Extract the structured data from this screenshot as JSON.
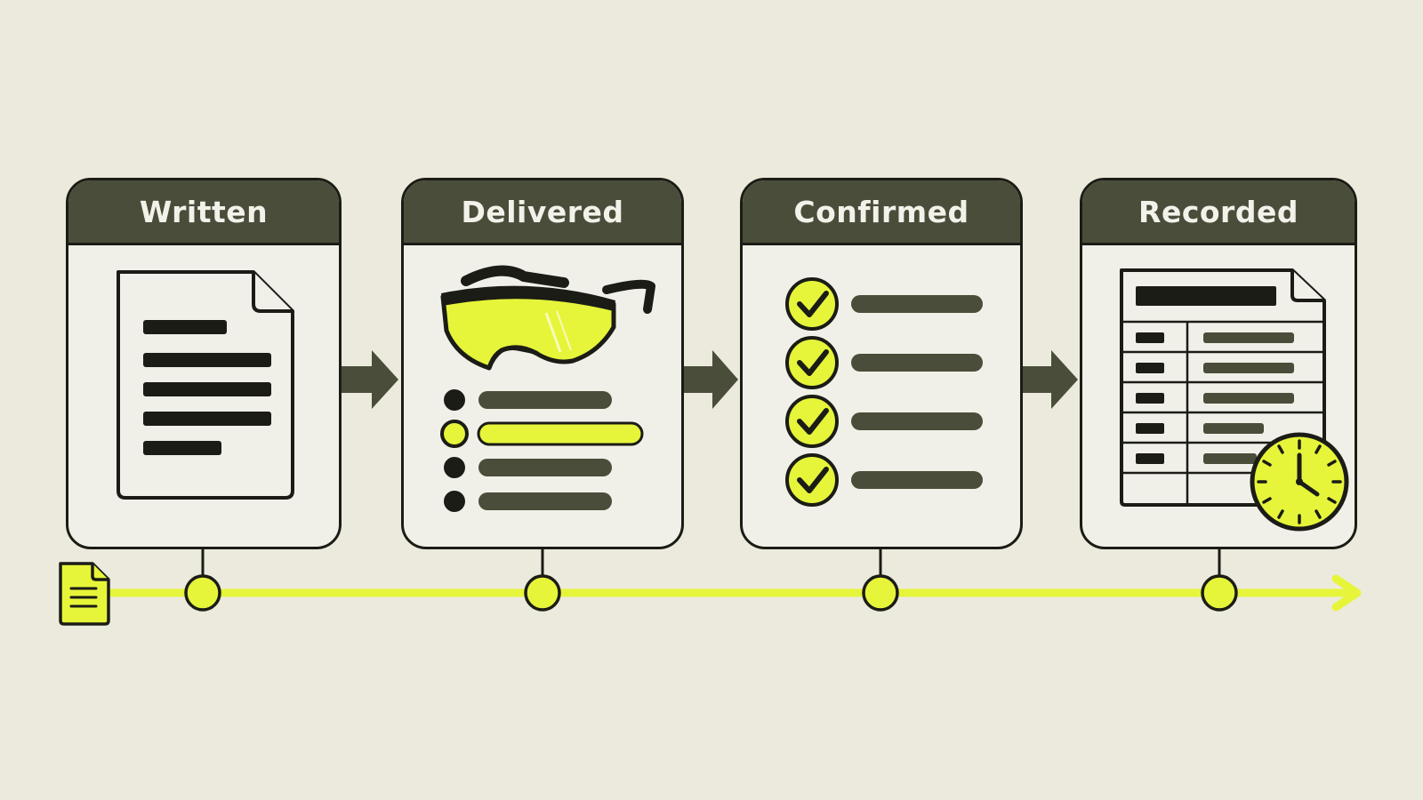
{
  "stages": [
    {
      "label": "Written",
      "icon": "document-icon"
    },
    {
      "label": "Delivered",
      "icon": "safety-glasses-icon"
    },
    {
      "label": "Confirmed",
      "icon": "checklist-icon"
    },
    {
      "label": "Recorded",
      "icon": "record-sheet-clock-icon"
    }
  ],
  "timeline": {
    "start_icon": "document-icon",
    "end_icon": "arrow-head-icon"
  },
  "colors": {
    "background": "#eceadc",
    "header": "#4a4d3a",
    "accent": "#e6f53a",
    "outline": "#1b1c16",
    "card": "#f1f0e8"
  }
}
